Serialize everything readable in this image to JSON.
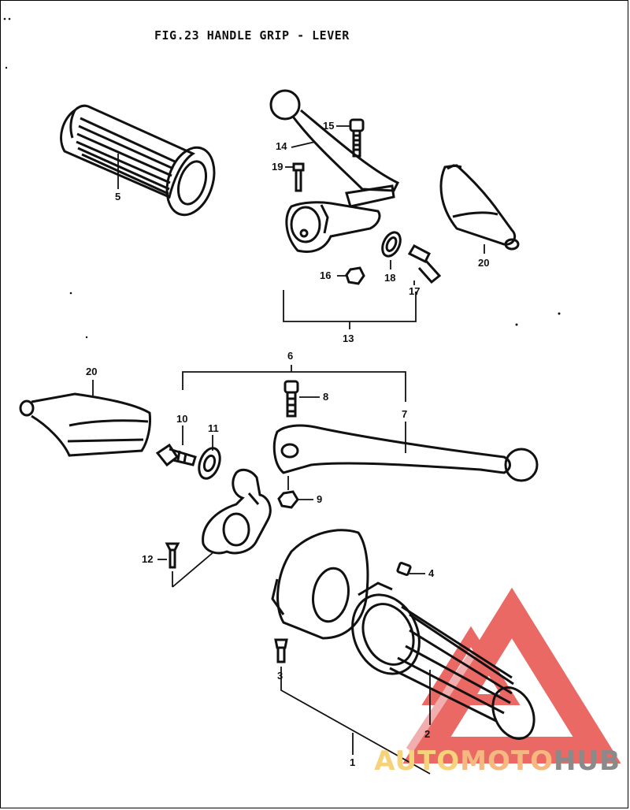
{
  "figure": {
    "title": "FIG.23  HANDLE GRIP - LEVER"
  },
  "callouts": {
    "c1": "1",
    "c2": "2",
    "c3": "3",
    "c4": "4",
    "c5": "5",
    "c6": "6",
    "c7": "7",
    "c8": "8",
    "c9": "9",
    "c10": "10",
    "c11": "11",
    "c12": "12",
    "c13": "13",
    "c14": "14",
    "c15": "15",
    "c16": "16",
    "c17": "17",
    "c18": "18",
    "c19": "19",
    "c20_top": "20",
    "c20_left": "20"
  },
  "watermark": {
    "part_a": "AUTO",
    "part_b": "MOTO",
    "part_c": "HUB"
  },
  "colors": {
    "line": "#111111",
    "watermark_red": "#e8504a",
    "watermark_yellow": "#f6d27a",
    "watermark_gray": "#8a8a8a"
  }
}
